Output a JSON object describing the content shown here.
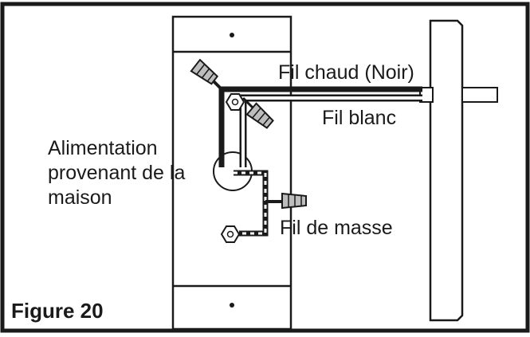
{
  "labels": {
    "hot_wire": "Fil chaud (Noir)",
    "white_wire": "Fil blanc",
    "power_line1": "Alimentation",
    "power_line2": "provenant de la",
    "power_line3": "maison",
    "ground_wire": "Fil de masse"
  },
  "figure_caption": "Figure 20",
  "colors": {
    "line": "#1a1a1a",
    "background": "#ffffff",
    "plate_fill": "#ffffff",
    "connector_fill": "#bdbdbd"
  }
}
